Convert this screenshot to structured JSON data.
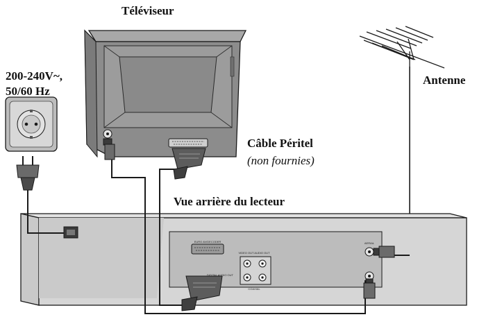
{
  "labels": {
    "tv": "Téléviseur",
    "power_line1": "200-240V~,",
    "power_line2": "50/60 Hz",
    "antenna": "Antenne",
    "scart_cable": "Câble Péritel",
    "scart_note": "(non fournies)",
    "rear_view": "Vue arrière du lecteur"
  },
  "panel": {
    "scart_label": "EURO AV/DECODER",
    "video_audio_out": "VIDEO OUT  AUDIO OUT",
    "digital_audio_out": "DIGITAL AUDIO OUT",
    "coaxial": "COAXIAL",
    "rf_in": "AERIAL"
  },
  "colors": {
    "device_body": "#d4d4d4",
    "panel": "#b9b9b9",
    "tv_body": "#8f8f8f",
    "outline": "#1a1a1a"
  }
}
